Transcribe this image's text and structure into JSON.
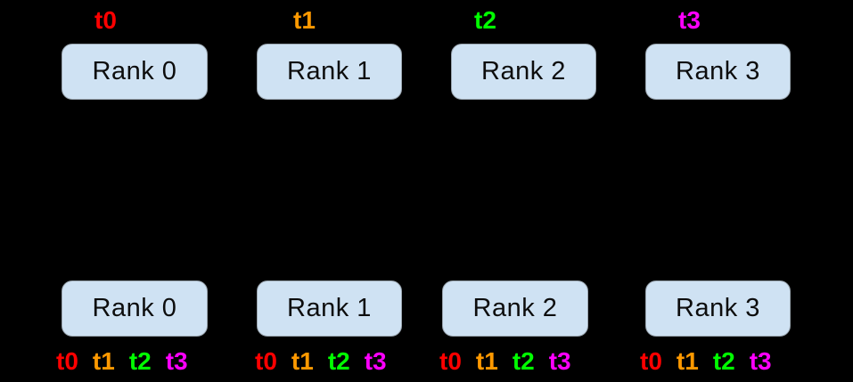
{
  "colors": {
    "background": "#000000",
    "box_fill": "#cfe2f3",
    "box_border": "#9aa5af",
    "box_text": "#0d0d0d",
    "t0": "#ff0000",
    "t1": "#ff9900",
    "t2": "#00ff00",
    "t3": "#ff00ff"
  },
  "top_row": {
    "ranks": [
      {
        "label": "Rank 0",
        "tensor": "t0"
      },
      {
        "label": "Rank 1",
        "tensor": "t1"
      },
      {
        "label": "Rank 2",
        "tensor": "t2"
      },
      {
        "label": "Rank 3",
        "tensor": "t3"
      }
    ]
  },
  "bottom_row": {
    "ranks": [
      {
        "label": "Rank 0",
        "tensors": [
          "t0",
          "t1",
          "t2",
          "t3"
        ]
      },
      {
        "label": "Rank 1",
        "tensors": [
          "t0",
          "t1",
          "t2",
          "t3"
        ]
      },
      {
        "label": "Rank 2",
        "tensors": [
          "t0",
          "t1",
          "t2",
          "t3"
        ]
      },
      {
        "label": "Rank 3",
        "tensors": [
          "t0",
          "t1",
          "t2",
          "t3"
        ]
      }
    ]
  }
}
